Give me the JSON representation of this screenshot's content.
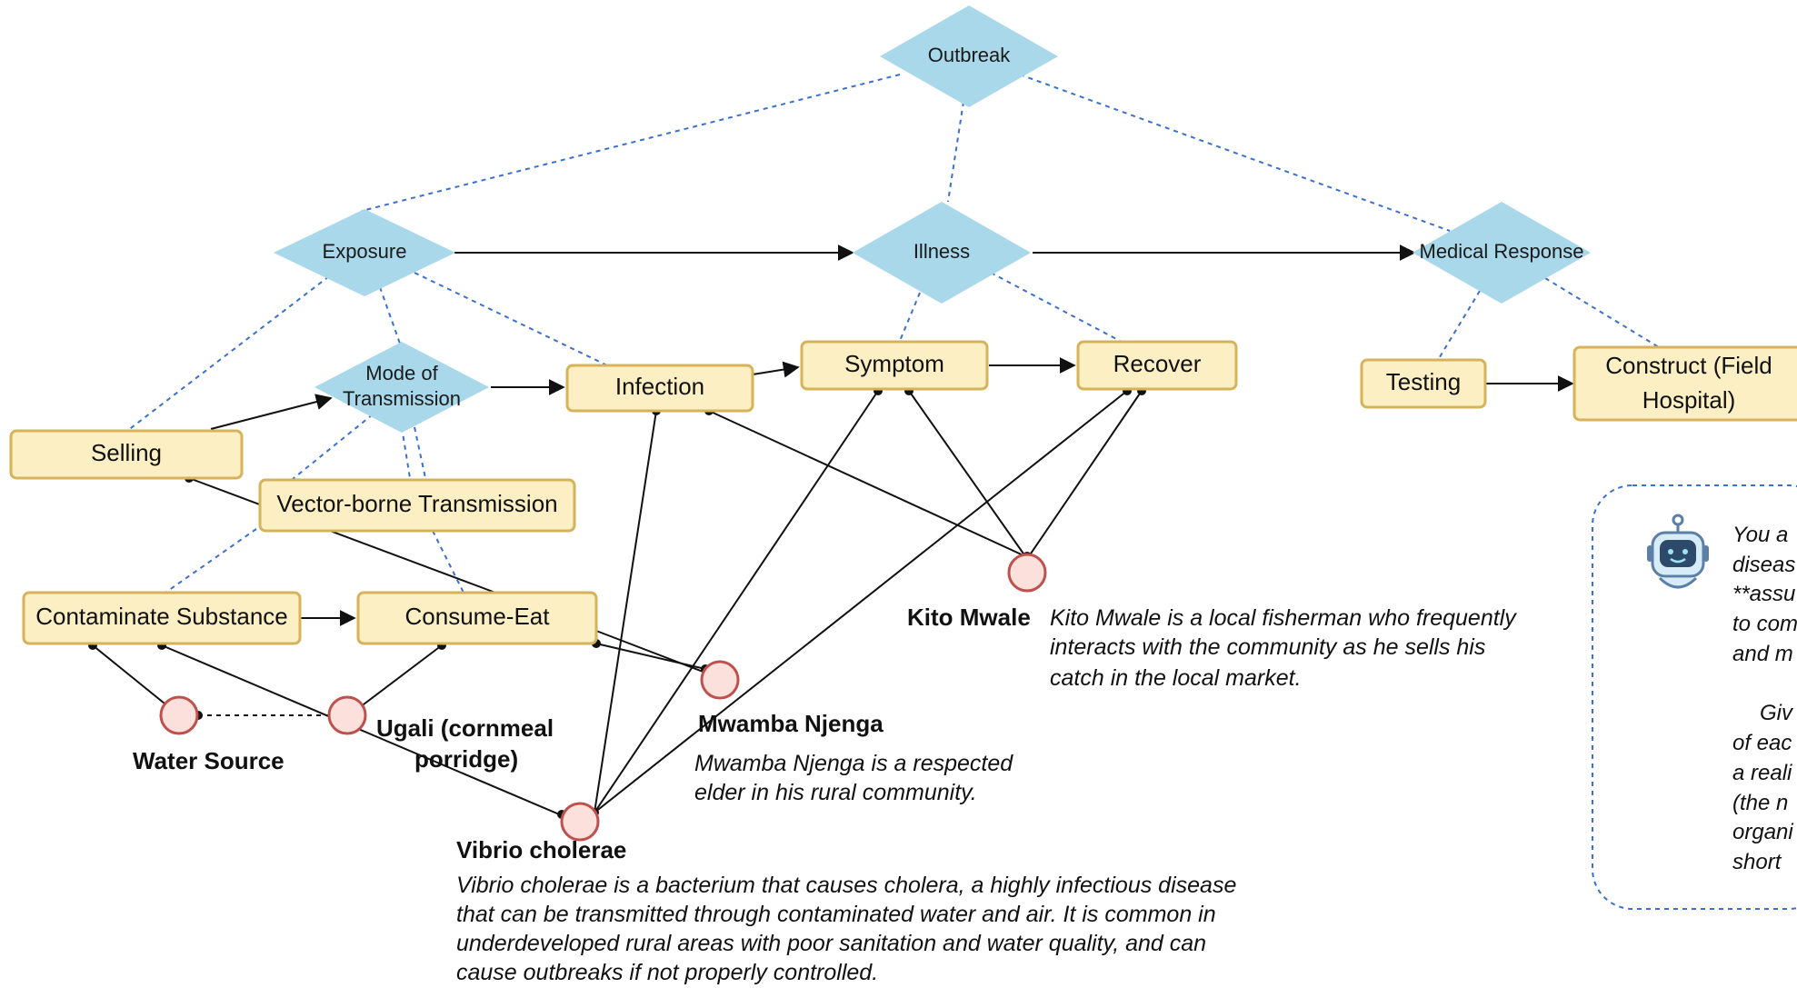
{
  "events": {
    "outbreak": "Outbreak",
    "exposure": "Exposure",
    "illness": "Illness",
    "medical_response": "Medical Response",
    "mode_line1": "Mode of",
    "mode_line2": "Transmission"
  },
  "steps": {
    "selling": "Selling",
    "vector": "Vector-borne Transmission",
    "contaminate": "Contaminate Substance",
    "consume": "Consume-Eat",
    "infection": "Infection",
    "symptom": "Symptom",
    "recover": "Recover",
    "testing": "Testing",
    "construct_line1": "Construct (Field",
    "construct_line2": "Hospital)"
  },
  "entities": {
    "water_source": "Water Source",
    "ugali_line1": "Ugali (cornmeal",
    "ugali_line2": "porridge)",
    "mwamba": "Mwamba Njenga",
    "mwamba_desc": [
      "Mwamba Njenga is a respected",
      "elder in his rural community."
    ],
    "kito": "Kito Mwale",
    "kito_desc": [
      "Kito Mwale is a local fisherman who frequently",
      "interacts with the community as he sells his",
      "catch in the local market."
    ],
    "vibrio": "Vibrio cholerae",
    "vibrio_desc": [
      "Vibrio cholerae is a bacterium that causes cholera, a highly infectious disease",
      "that can be transmitted through contaminated water and air. It is common in",
      "underdeveloped rural areas with poor sanitation and water quality, and can",
      "cause outbreaks if not properly controlled."
    ]
  },
  "note": {
    "icon": "robot-icon",
    "lines": [
      "You a",
      "diseas",
      "**assu",
      "to com",
      "and m",
      "",
      "Giv",
      "of eac",
      "a reali",
      "(the n",
      "organi",
      "short"
    ]
  },
  "colors": {
    "diamond_fill": "#a9d8ea",
    "box_fill": "#fcefc4",
    "box_stroke": "#d5b35a",
    "circle_stroke": "#c0504d",
    "dashed_line": "#3b6fd0"
  }
}
